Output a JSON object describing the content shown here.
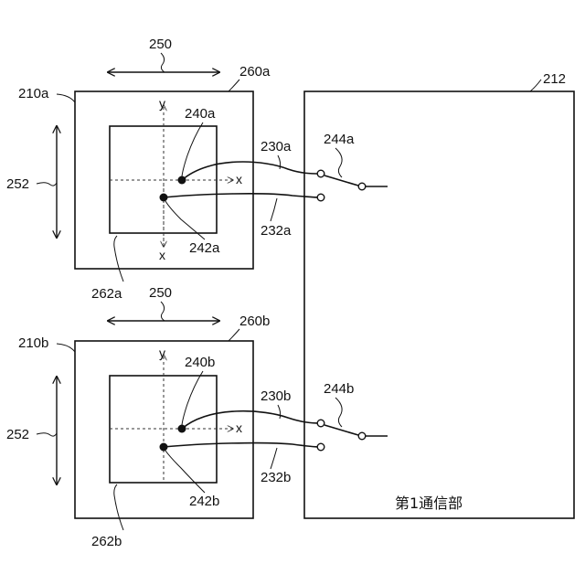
{
  "unit_a": {
    "ref": "210a",
    "outer_frame": "260a",
    "inner_plate": "262a",
    "point_1": "240a",
    "point_2": "242a",
    "line_1": "230a",
    "line_2": "232a",
    "switch": "244a",
    "axis_y": "y",
    "axis_x_right": "x",
    "axis_x_down": "x"
  },
  "unit_b": {
    "ref": "210b",
    "outer_frame": "260b",
    "inner_plate": "262b",
    "point_1": "240b",
    "point_2": "242b",
    "line_1": "230b",
    "line_2": "232b",
    "switch": "244b",
    "axis_y": "y",
    "axis_x_right": "x"
  },
  "horizontal_direction": "250",
  "vertical_direction": "252",
  "comm_unit": {
    "ref": "212",
    "label": "第1通信部"
  }
}
